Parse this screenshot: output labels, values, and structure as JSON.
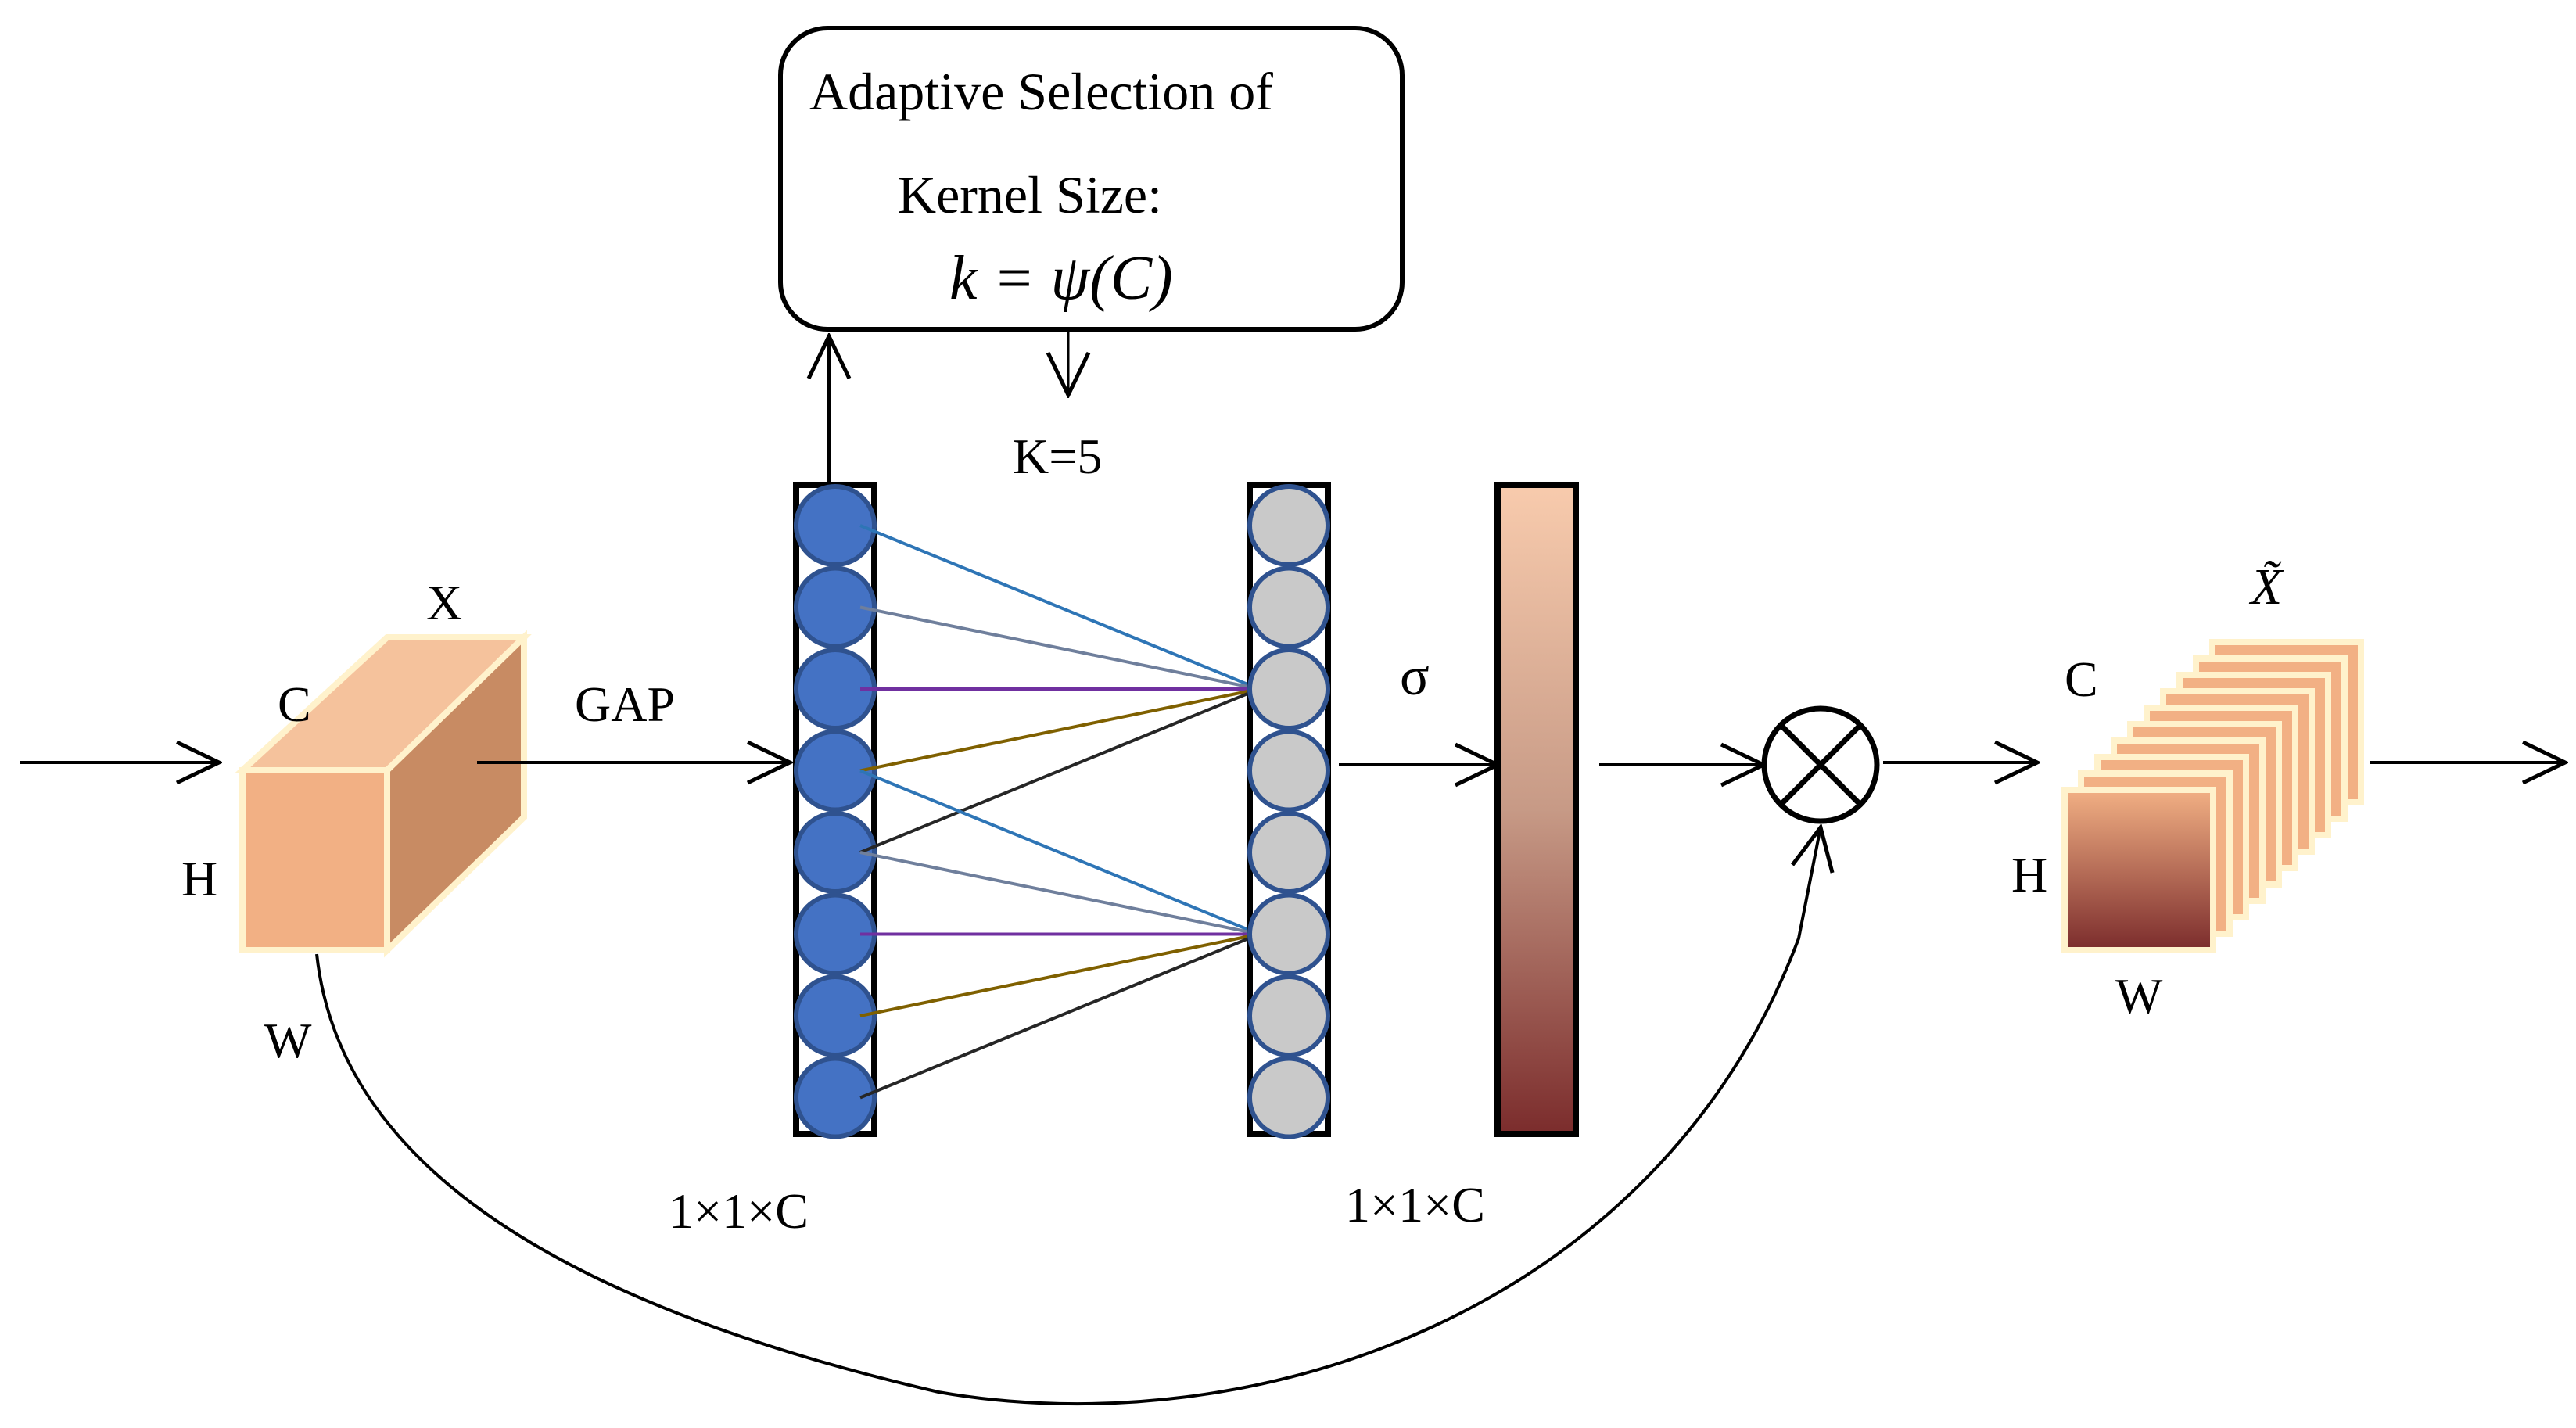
{
  "kernel_box": {
    "line1": "Adaptive Selection of",
    "line2": "Kernel Size:",
    "formula": "k = ψ(C)"
  },
  "k_value": "K=5",
  "input_tensor": {
    "name": "X",
    "dim_c": "C",
    "dim_h": "H",
    "dim_w": "W",
    "color_front": "#F2B084",
    "color_top": "#F5C29C",
    "color_side": "#C88B63"
  },
  "gap_label": "GAP",
  "gap_vector": {
    "size_label": "1×1×C",
    "circle_count": 8,
    "circle_color": "#4472C4"
  },
  "conv_vector": {
    "size_label": "1×1×C",
    "circle_count": 8,
    "circle_color": "#C9C9C9"
  },
  "sigma_label": "σ",
  "weight_bar": {
    "gradient_top": "#F8CBAD",
    "gradient_bottom": "#7B2C2C"
  },
  "multiply_symbol": "⊗",
  "output_tensor": {
    "name": "X̃",
    "dim_c": "C",
    "dim_h": "H",
    "dim_w": "W",
    "slice_count": 10
  },
  "connection_colors": [
    "#2E75B6",
    "#6F7F9C",
    "#7030A0",
    "#7F6000",
    "#262626"
  ]
}
